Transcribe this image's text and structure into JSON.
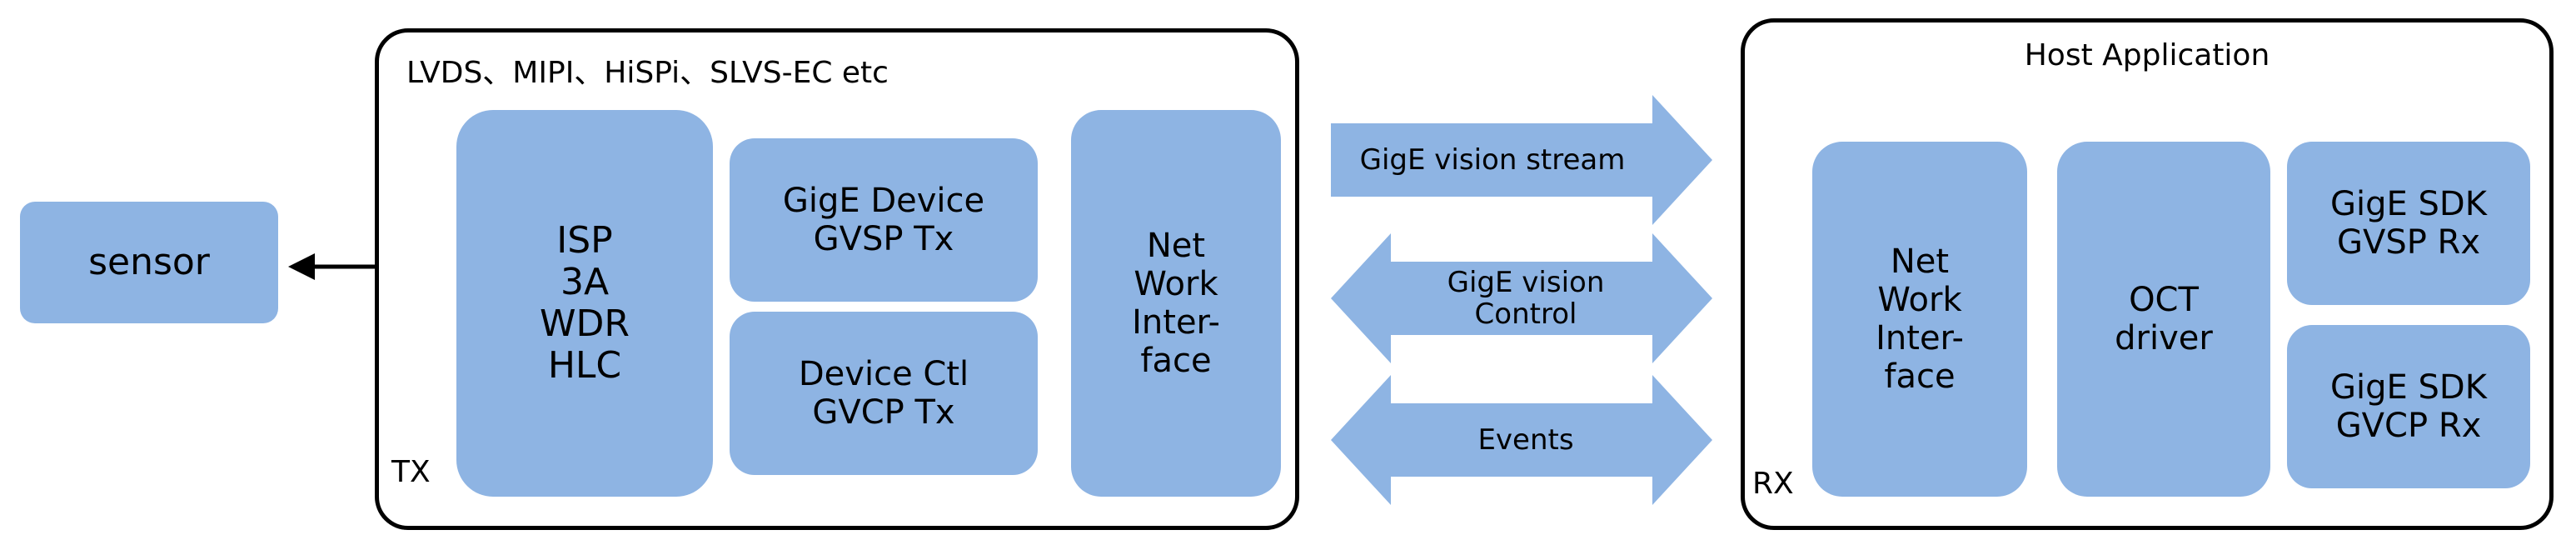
{
  "sensor": {
    "label": "sensor"
  },
  "tx": {
    "interface_label": "LVDS、MIPI、HiSPi、SLVS-EC etc",
    "corner_label": "TX",
    "isp_block": "ISP\n3A\nWDR\nHLC",
    "gige_device_block": "GigE Device\nGVSP Tx",
    "device_ctl_block": "Device Ctl\nGVCP Tx",
    "network_interface_block": "Net\nWork\nInter-\nface"
  },
  "links": {
    "stream_label": "GigE vision stream",
    "control_label": "GigE vision\nControl",
    "events_label": "Events"
  },
  "rx": {
    "title": "Host Application",
    "corner_label": "RX",
    "network_interface_block": "Net\nWork\nInter-\nface",
    "oct_driver_block": "OCT\ndriver",
    "gvsp_rx_block": "GigE SDK\nGVSP Rx",
    "gvcp_rx_block": "GigE SDK\nGVCP Rx"
  },
  "colors": {
    "block_fill": "#8eb4e3",
    "outline": "#000000",
    "background": "#ffffff"
  }
}
